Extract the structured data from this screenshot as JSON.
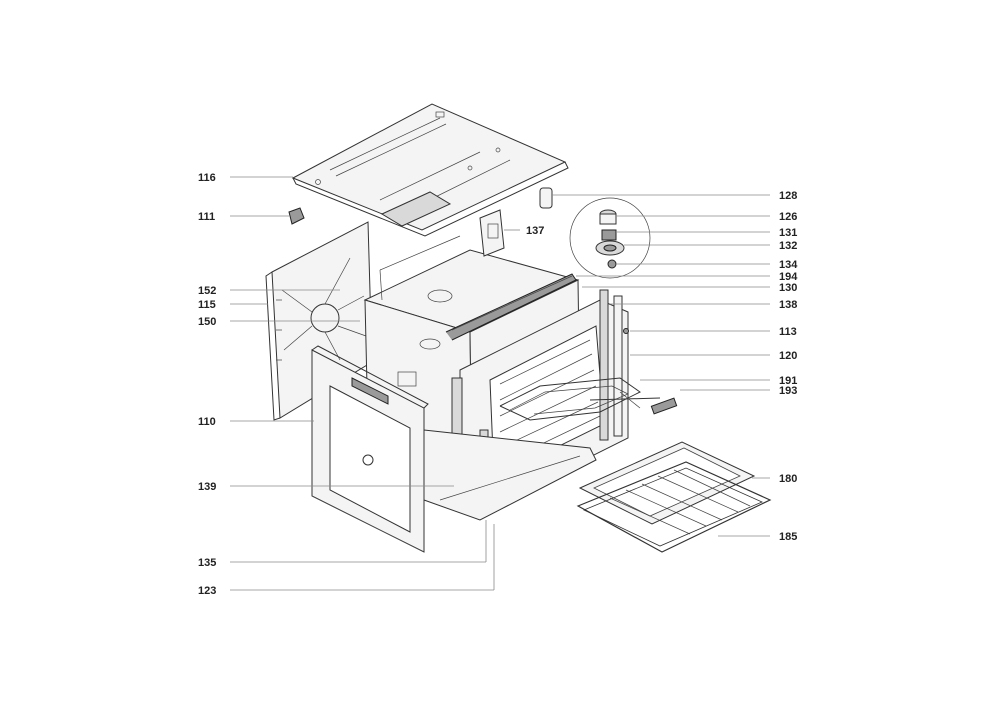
{
  "labels": {
    "p116": "116",
    "p111": "111",
    "p152": "152",
    "p115": "115",
    "p150": "150",
    "p110": "110",
    "p139": "139",
    "p135": "135",
    "p123": "123",
    "p128": "128",
    "p126": "126",
    "p137": "137",
    "p131": "131",
    "p132": "132",
    "p134": "134",
    "p194": "194",
    "p130": "130",
    "p138": "138",
    "p113": "113",
    "p120": "120",
    "p191": "191",
    "p193": "193",
    "p180": "180",
    "p185": "185"
  },
  "colors": {
    "ink": "#333333",
    "leader": "#8a8a8a",
    "label": "#222222",
    "background": "#ffffff"
  }
}
